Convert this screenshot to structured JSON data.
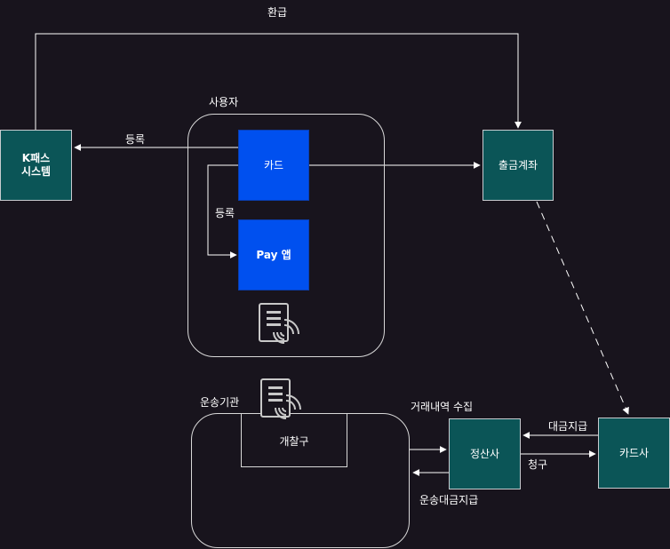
{
  "colors": {
    "background": "#18141d",
    "node_teal": "#0b5557",
    "node_blue": "#0050ef",
    "line": "#ffffff"
  },
  "groups": {
    "user": {
      "label": "사용자"
    },
    "transit": {
      "label": "운송기관"
    }
  },
  "nodes": {
    "kpass": {
      "label": "K패스\n시스템"
    },
    "card": {
      "label": "카드"
    },
    "payapp": {
      "label": "Pay 앱"
    },
    "account": {
      "label": "출금계좌"
    },
    "gate": {
      "label": "개찰구"
    },
    "settlement": {
      "label": "정산사"
    },
    "cardco": {
      "label": "카드사"
    }
  },
  "edges": {
    "refund": "환급",
    "register_kpass": "등록",
    "register_app": "등록",
    "collect": "거래내역 수집",
    "card_payment": "대금지급",
    "claim": "청구",
    "transit_payment": "운송대금지급"
  },
  "icons": {
    "user_group": "nfc-card-icon",
    "transit_group": "nfc-card-icon"
  }
}
